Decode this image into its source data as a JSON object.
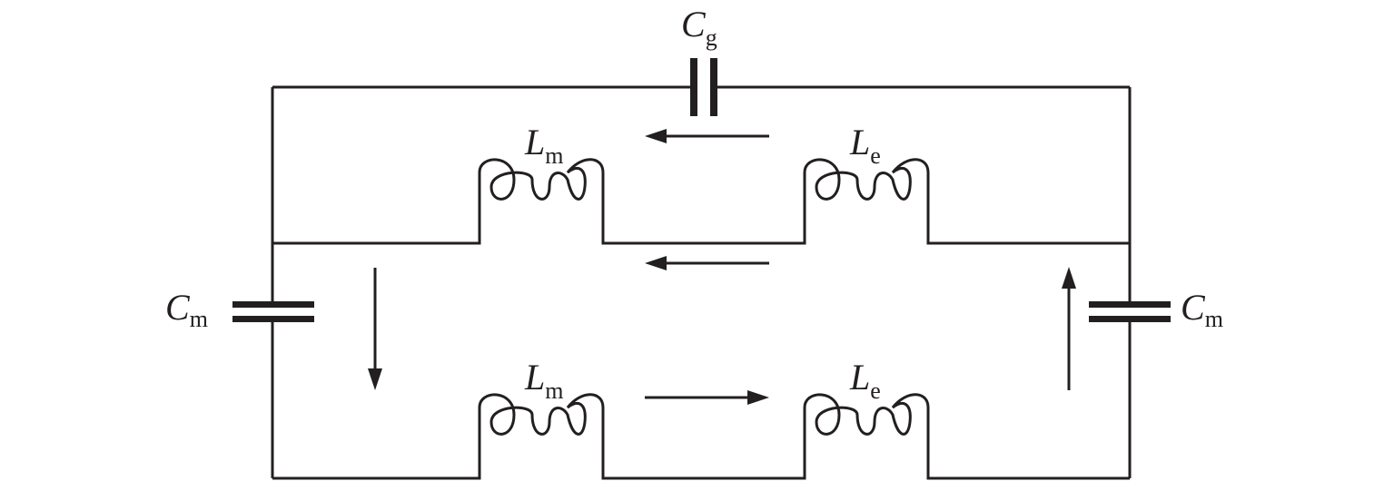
{
  "labels": {
    "cg": {
      "main": "C",
      "sub": "g"
    },
    "cm_left": {
      "main": "C",
      "sub": "m"
    },
    "cm_right": {
      "main": "C",
      "sub": "m"
    },
    "lm_top": {
      "main": "L",
      "sub": "m"
    },
    "le_top": {
      "main": "L",
      "sub": "e"
    },
    "lm_bottom": {
      "main": "L",
      "sub": "m"
    },
    "le_bottom": {
      "main": "L",
      "sub": "e"
    }
  },
  "colors": {
    "ink": "#231f20",
    "background": "#ffffff"
  }
}
